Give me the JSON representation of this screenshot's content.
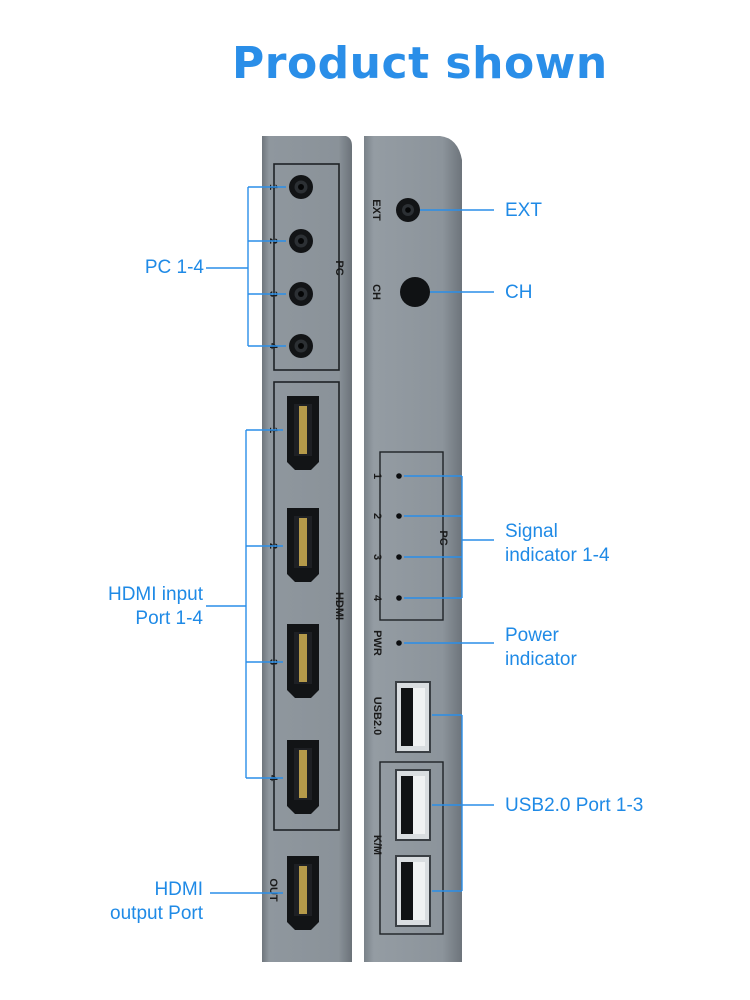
{
  "title": "Product shown",
  "labels": {
    "pc": "PC 1-4",
    "hdmi_input_line1": "HDMI  input",
    "hdmi_input_line2": "Port 1-4",
    "hdmi_output_line1": "HDMI",
    "hdmi_output_line2": "output  Port",
    "ext": "EXT",
    "ch": "CH",
    "signal_line1": "Signal",
    "signal_line2": "indicator 1-4",
    "power_line1": "Power",
    "power_line2": "indicator",
    "usb": "USB2.0  Port 1-3"
  },
  "device_text": {
    "pc_group": "PC",
    "hdmi_group": "HDMI",
    "out": "OUT",
    "ext": "EXT",
    "ch": "CH",
    "pwr": "PWR",
    "usb20": "USB2.0",
    "km": "K/M",
    "pc_ports": [
      "1",
      "2",
      "3",
      "4"
    ],
    "hdmi_ports": [
      "1",
      "2",
      "3",
      "4"
    ],
    "led_ports": [
      "1",
      "2",
      "3",
      "4"
    ]
  },
  "colors": {
    "accent": "#2a8ee8",
    "label": "#1f8ae6",
    "panel": "#8c949c"
  }
}
